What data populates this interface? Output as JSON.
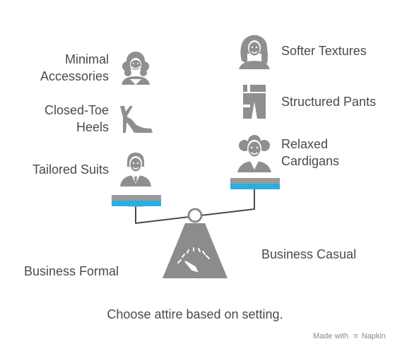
{
  "left": {
    "items": [
      {
        "label": "Minimal Accessories",
        "line1": "Minimal",
        "line2": "Accessories",
        "icon": "woman-curly-hair-icon"
      },
      {
        "label": "Closed-Toe Heels",
        "line1": "Closed-Toe",
        "line2": "Heels",
        "icon": "high-heel-shoe-icon"
      },
      {
        "label": "Tailored Suits",
        "icon": "person-in-suit-icon"
      }
    ],
    "category": "Business Formal"
  },
  "right": {
    "items": [
      {
        "label": "Softer Textures",
        "icon": "woman-long-hair-icon"
      },
      {
        "label": "Structured Pants",
        "icon": "pants-icon"
      },
      {
        "label": "Relaxed Cardigans",
        "line1": "Relaxed",
        "line2": "Cardigans",
        "icon": "older-man-icon"
      }
    ],
    "category": "Business Casual"
  },
  "caption": "Choose attire based on setting.",
  "footer": {
    "made_with": "Made with",
    "brand": "Napkin"
  },
  "colors": {
    "pan": "#2aaee0",
    "icon": "#8f8f8f",
    "base": "#8c8c8c",
    "text": "#4a4a4a"
  }
}
